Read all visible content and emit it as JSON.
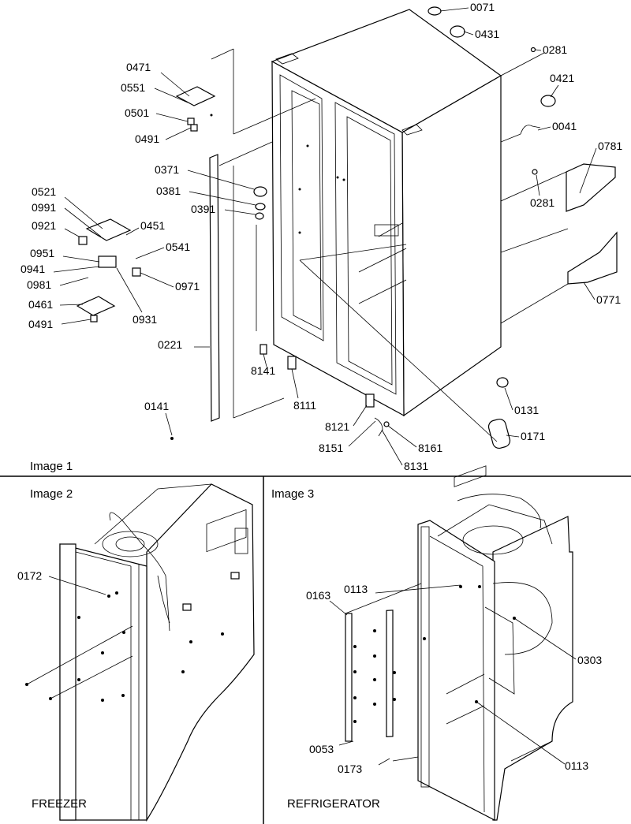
{
  "image1": {
    "caption": "Image 1",
    "callouts": [
      "0071",
      "0431",
      "0281",
      "0421",
      "0041",
      "0781",
      "0281",
      "0771",
      "0131",
      "0171",
      "0471",
      "0551",
      "0501",
      "0491",
      "0371",
      "0381",
      "0391",
      "0521",
      "0991",
      "0921",
      "0451",
      "0541",
      "0951",
      "0941",
      "0981",
      "0971",
      "0461",
      "0491",
      "0931",
      "0221",
      "0141",
      "8141",
      "8111",
      "8121",
      "8151",
      "8161",
      "8131"
    ]
  },
  "image2": {
    "caption": "Image 2",
    "section_label": "FREEZER",
    "callouts": [
      "0172"
    ]
  },
  "image3": {
    "caption": "Image 3",
    "section_label": "REFRIGERATOR",
    "callouts": [
      "0163",
      "0113",
      "0303",
      "0053",
      "0173",
      "0113"
    ]
  }
}
